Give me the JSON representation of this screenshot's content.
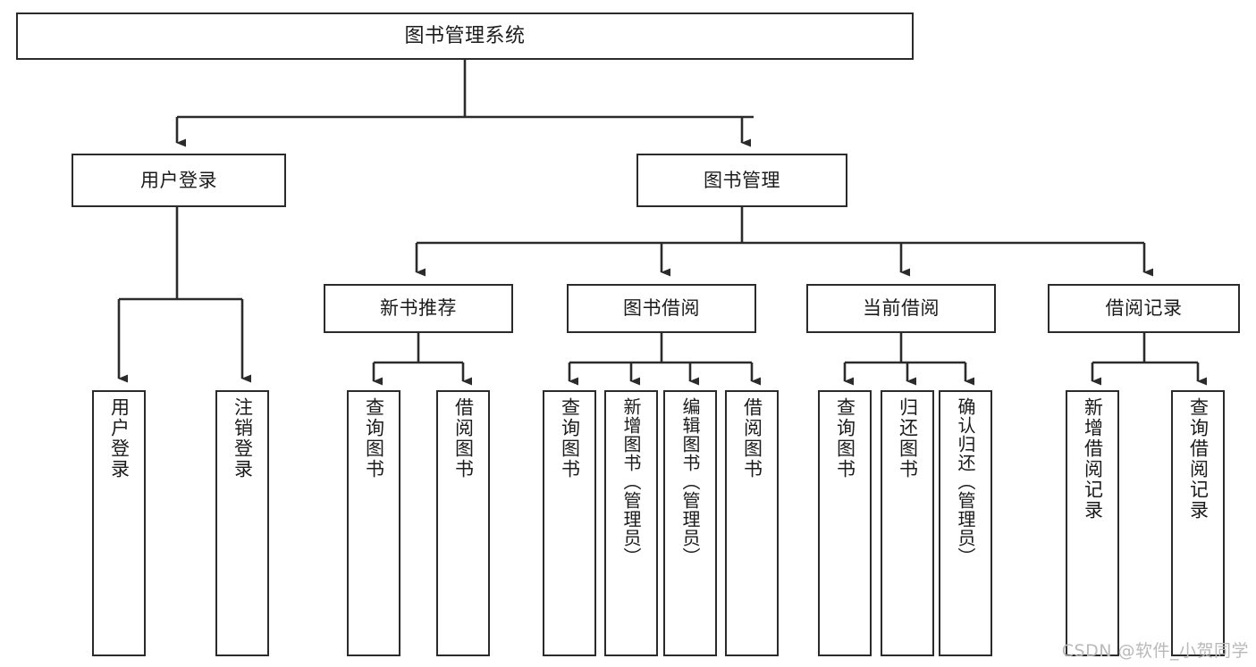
{
  "diagram": {
    "title": "图书管理系统",
    "type": "tree-hierarchy",
    "background": "#ffffff",
    "line_color": "#2b2b2b",
    "box_border_color": "#2b2b2b",
    "text_color": "#1b1b1b"
  },
  "root": {
    "label": "图书管理系统"
  },
  "level2": [
    {
      "label": "用户登录"
    },
    {
      "label": "图书管理"
    }
  ],
  "level3": [
    {
      "label": "新书推荐"
    },
    {
      "label": "图书借阅"
    },
    {
      "label": "当前借阅"
    },
    {
      "label": "借阅记录"
    }
  ],
  "leaves": {
    "user_login": [
      {
        "label": "用户登录"
      },
      {
        "label": "注销登录"
      }
    ],
    "new_book_recommend": [
      {
        "label": "查询图书"
      },
      {
        "label": "借阅图书"
      }
    ],
    "book_borrow": [
      {
        "label": "查询图书"
      },
      {
        "label": "新增图书（管理员）"
      },
      {
        "label": "编辑图书（管理员）"
      },
      {
        "label": "借阅图书"
      }
    ],
    "current_borrow": [
      {
        "label": "查询图书"
      },
      {
        "label": "归还图书"
      },
      {
        "label": "确认归还（管理员）"
      }
    ],
    "borrow_record": [
      {
        "label": "新增借阅记录"
      },
      {
        "label": "查询借阅记录"
      }
    ]
  },
  "watermark": {
    "text": "CSDN @软件_小贺同学"
  }
}
